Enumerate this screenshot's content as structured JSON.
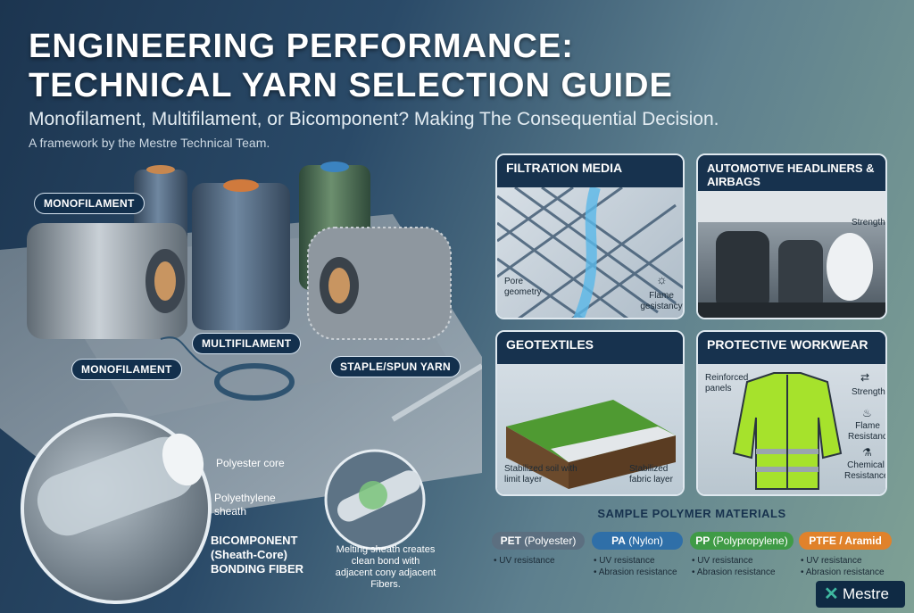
{
  "header": {
    "title_line1": "ENGINEERING PERFORMANCE:",
    "title_line2": "TECHNICAL YARN SELECTION GUIDE",
    "subtitle": "Monofilament, Multifilament, or Bicomponent? Making The Consequential Decision.",
    "byline": "A framework by the Mestre Technical Team."
  },
  "yarns": {
    "monofilament_top": "MONOFILAMENT",
    "monofilament_bottom": "MONOFILAMENT",
    "multifilament": "MULTIFILAMENT",
    "staple": "STAPLE/SPUN YARN"
  },
  "bicomponent": {
    "core": "Polyester core",
    "sheath": "Polyethylene sheath",
    "title_line1": "BICOMPONENT",
    "title_line2": "(Sheath-Core)",
    "title_line3": "BONDING FIBER",
    "melt_note": "Melting sheath creates clean bond with adjacent cony adjacent Fibers."
  },
  "cards": {
    "filtration": {
      "title": "FILTRATION MEDIA",
      "label_pore": "Pore geometry",
      "label_flame": "Flame gesistancy"
    },
    "automotive": {
      "title": "AUTOMOTIVE HEADLINERS & AIRBAGS",
      "label_strength": "Strength"
    },
    "geotextiles": {
      "title": "GEOTEXTILES",
      "label_soil": "Stabilized soil with limit layer",
      "label_fabric": "Stabilized fabric layer"
    },
    "workwear": {
      "title": "PROTECTIVE WORKWEAR",
      "label_panels": "Reinforced panels",
      "label_strength": "Strength",
      "label_flame": "Flame Resistance",
      "label_chemical": "Chemical Resistance"
    }
  },
  "materials": {
    "title": "SAMPLE POLYMER MATERIALS",
    "items": [
      {
        "abbr": "PET",
        "name": "(Polyester)",
        "color": "#5c6f80",
        "props": [
          "• UV resistance"
        ]
      },
      {
        "abbr": "PA",
        "name": "(Nylon)",
        "color": "#2f6fa8",
        "props": [
          "• UV resistance",
          "• Abrasion resistance"
        ]
      },
      {
        "abbr": "PP",
        "name": "(Polypropylene)",
        "color": "#3f9b46",
        "props": [
          "• UV resistance",
          "• Abrasion resistance"
        ]
      },
      {
        "abbr": "PTFE / Aramid",
        "name": "",
        "color": "#e0822b",
        "props": [
          "• UV resistance",
          "• Abrasion resistance"
        ]
      }
    ]
  },
  "brand": {
    "name": "Mestre"
  }
}
